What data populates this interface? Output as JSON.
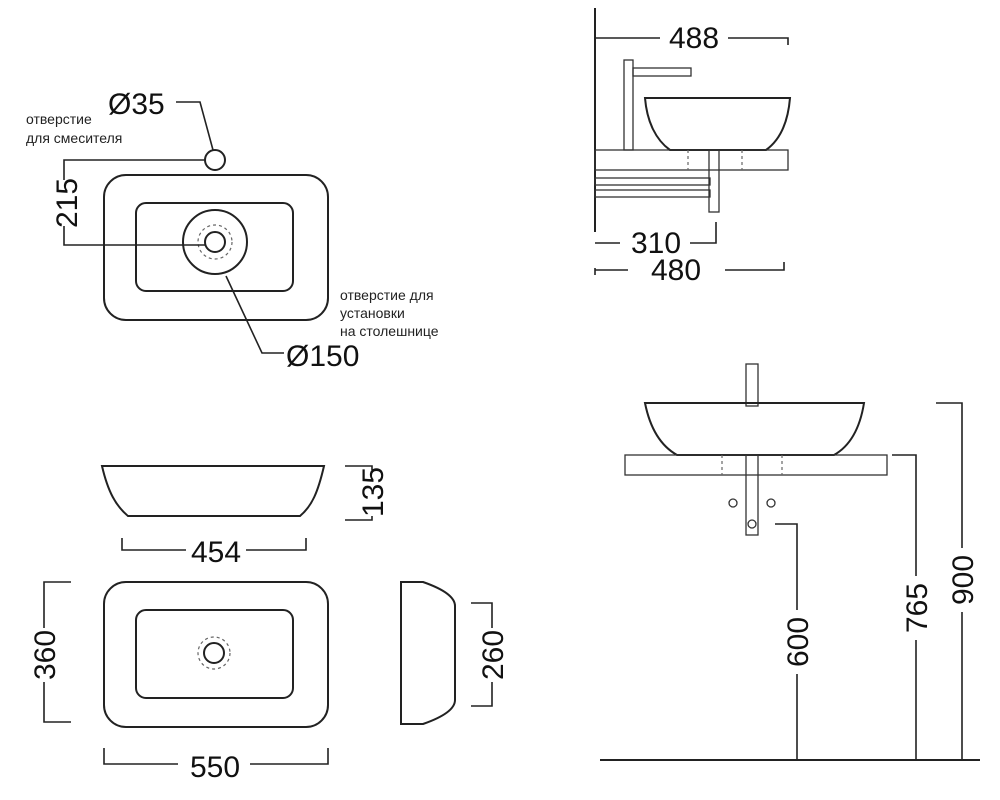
{
  "top_view": {
    "mixer_hole_diameter": "Ø35",
    "mixer_hole_note": [
      "отверстие",
      "для смесителя"
    ],
    "mixer_offset": "215",
    "mount_hole_diameter": "Ø150",
    "mount_hole_note": [
      "отверстие для",
      "установки",
      "на столешнице"
    ]
  },
  "front_view": {
    "height": "135",
    "bottom_width": "454"
  },
  "plan_view": {
    "depth": "360",
    "width": "550"
  },
  "side_profile": {
    "depth": "260"
  },
  "side_install": {
    "depth_total": "488",
    "drain_offset": "310",
    "counter_depth": "480"
  },
  "front_install": {
    "drain_height": "600",
    "counter_height": "765",
    "rim_height": "900"
  }
}
